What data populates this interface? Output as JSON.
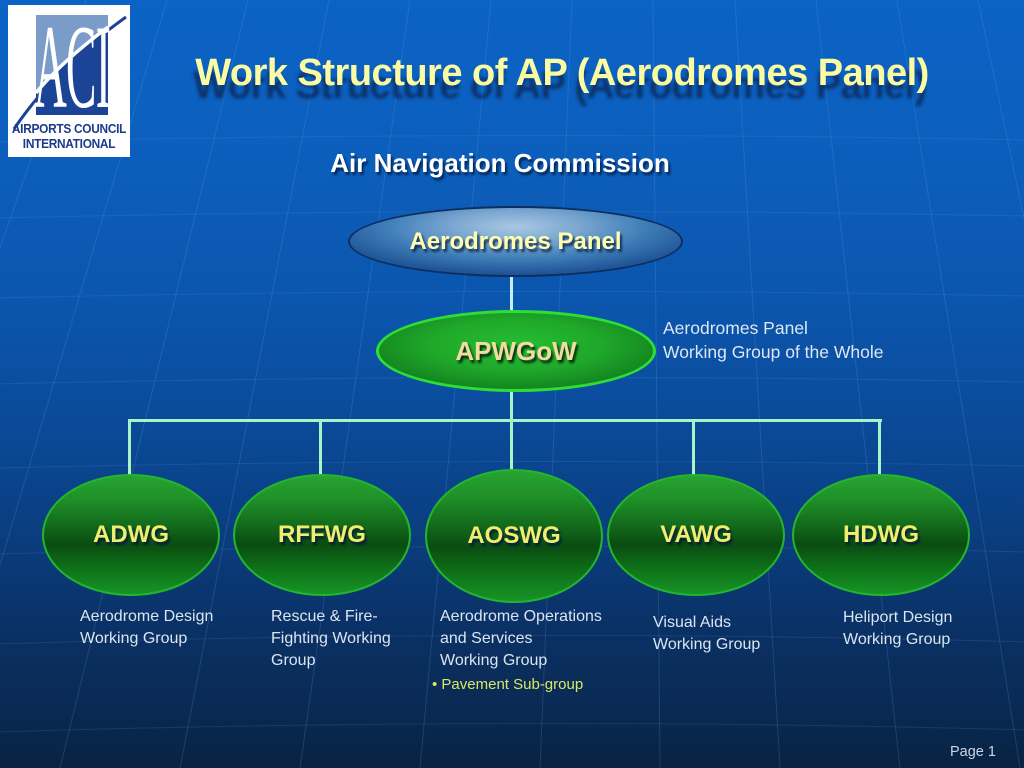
{
  "slide": {
    "title": "Work Structure of AP (Aerodromes Panel)",
    "page_label": "Page 1"
  },
  "logo": {
    "acronym": "ACI",
    "caption": [
      "AIRPORTS COUNCIL",
      "INTERNATIONAL"
    ]
  },
  "org_chart": {
    "root_label": "Air Navigation Commission",
    "panel": {
      "label": "Aerodromes Panel"
    },
    "wgow": {
      "label": "APWGoW",
      "annotation": [
        "Aerodromes Panel",
        "Working Group of the Whole"
      ]
    },
    "working_groups": [
      {
        "abbr": "ADWG",
        "caption": [
          "Aerodrome Design",
          "Working Group"
        ]
      },
      {
        "abbr": "RFFWG",
        "caption": [
          "Rescue & Fire-",
          "Fighting Working",
          "Group"
        ]
      },
      {
        "abbr": "AOSWG",
        "caption": [
          "Aerodrome Operations",
          "and Services",
          "Working Group"
        ],
        "subgroup": "• Pavement Sub-group"
      },
      {
        "abbr": "VAWG",
        "caption": [
          "Visual Aids",
          "Working Group"
        ]
      },
      {
        "abbr": "HDWG",
        "caption": [
          "Heliport Design",
          "Working Group"
        ]
      }
    ]
  },
  "colors": {
    "background_top": "#0b63c6",
    "background_bottom": "#082343",
    "title_text": "#fbfba2",
    "panel_ellipse_fill": "#417fb9",
    "green_ellipse_fill": "#1f9028",
    "green_ellipse_border": "#2edd35",
    "ellipse_label_yellow": "#f0ee6e",
    "connector_mint": "#a9f3c6",
    "caption_text": "#dbe5f0",
    "subgroup_text": "#dbe766"
  }
}
